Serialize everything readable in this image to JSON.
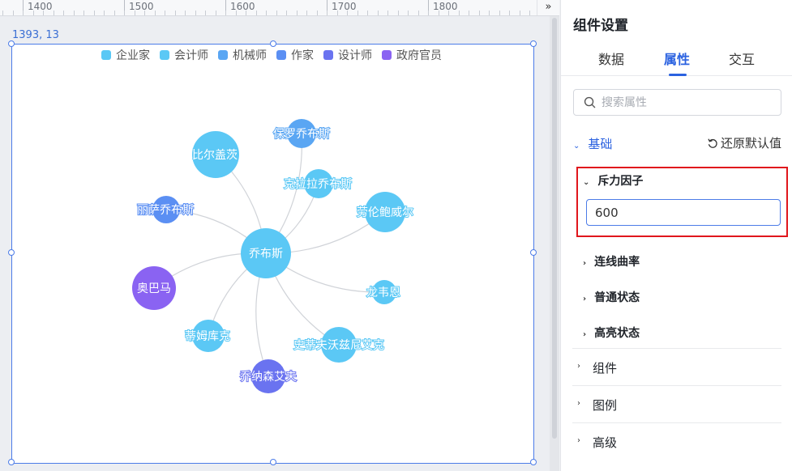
{
  "ruler": {
    "labels": [
      "1400",
      "1500",
      "1600",
      "1700",
      "1800"
    ],
    "toggle_icon": "double-chevron-right-icon"
  },
  "canvas": {
    "coord_readout": "1393, 13"
  },
  "legend": [
    {
      "label": "企业家",
      "color": "#5bc8f5"
    },
    {
      "label": "会计师",
      "color": "#5bc8f5"
    },
    {
      "label": "机械师",
      "color": "#5aa6f3"
    },
    {
      "label": "作家",
      "color": "#5b8ff3"
    },
    {
      "label": "设计师",
      "color": "#6a73f0"
    },
    {
      "label": "政府官员",
      "color": "#8a63f2"
    }
  ],
  "graph": {
    "center": {
      "label": "乔布斯",
      "color": "#5bc8f5"
    },
    "nodes": [
      {
        "label": "比尔盖茨",
        "color": "#5bc8f5"
      },
      {
        "label": "保罗乔布斯",
        "color": "#5aa6f3"
      },
      {
        "label": "克拉拉乔布斯",
        "color": "#5bc8f5"
      },
      {
        "label": "劳伦鲍威尔",
        "color": "#5bc8f5"
      },
      {
        "label": "丽萨乔布斯",
        "color": "#5b8ff3"
      },
      {
        "label": "奥巴马",
        "color": "#8a63f2"
      },
      {
        "label": "龙韦恩",
        "color": "#5bc8f5"
      },
      {
        "label": "蒂姆库克",
        "color": "#5bc8f5"
      },
      {
        "label": "史蒂夫沃兹尼艾克",
        "color": "#5bc8f5"
      },
      {
        "label": "乔纳森艾夫",
        "color": "#6a73f0"
      }
    ]
  },
  "panel": {
    "title": "组件设置",
    "tabs": [
      "数据",
      "属性",
      "交互"
    ],
    "active_tab": "属性",
    "search": {
      "placeholder": "搜索属性",
      "value": ""
    },
    "section": {
      "label": "基础",
      "reset_label": "还原默认值"
    },
    "props": {
      "repulsion": {
        "label": "斥力因子",
        "value": "600"
      },
      "curve": "连线曲率",
      "normal": "普通状态",
      "highlight": "高亮状态"
    },
    "groups": [
      "组件",
      "图例",
      "高级"
    ]
  }
}
